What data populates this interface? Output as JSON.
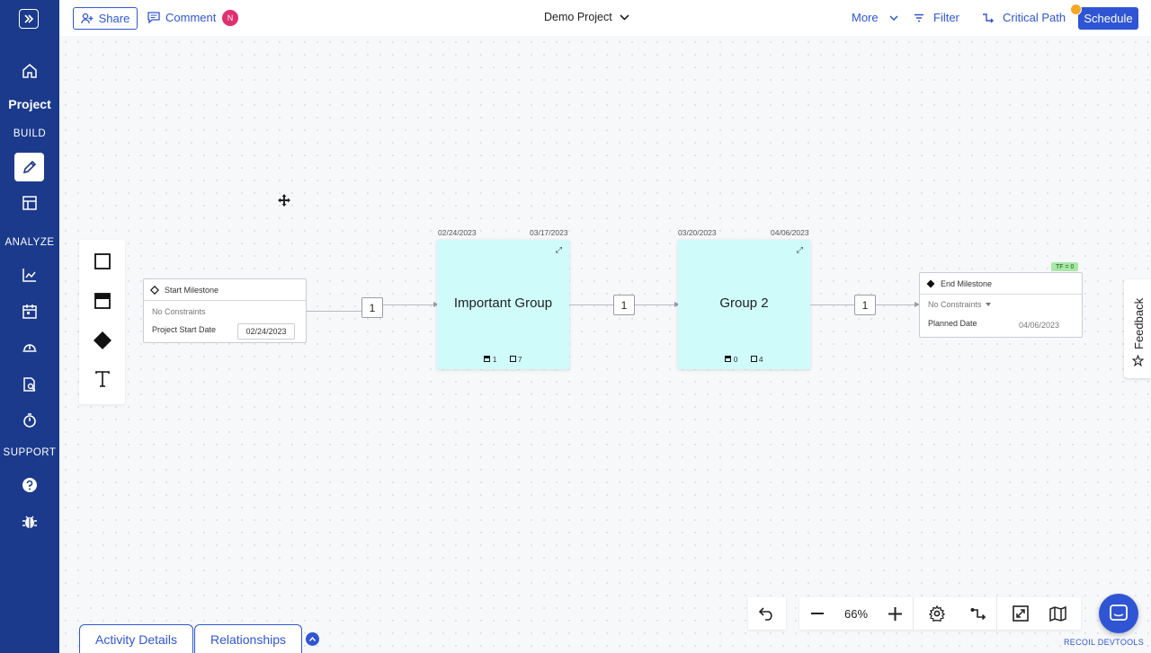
{
  "sidebar": {
    "project_label": "Project",
    "sections": {
      "build": "BUILD",
      "analyze": "ANALYZE",
      "support": "SUPPORT"
    }
  },
  "topbar": {
    "share_label": "Share",
    "comment_label": "Comment",
    "avatar_initial": "N",
    "project_name": "Demo Project",
    "more_label": "More",
    "filter_label": "Filter",
    "critical_path_label": "Critical Path",
    "schedule_label": "Schedule"
  },
  "nodes": {
    "start": {
      "title": "Start Milestone",
      "constraint": "No Constraints",
      "date_label": "Project Start Date",
      "date_value": "02/24/2023"
    },
    "group1": {
      "name": "Important Group",
      "start_date": "02/24/2023",
      "end_date": "03/17/2023",
      "count_a": "1",
      "count_b": "7"
    },
    "group2": {
      "name": "Group 2",
      "start_date": "03/20/2023",
      "end_date": "04/06/2023",
      "count_a": "0",
      "count_b": "4"
    },
    "end": {
      "title": "End Milestone",
      "constraint": "No Constraints",
      "date_label": "Planned Date",
      "date_value": "04/06/2023",
      "tf_badge": "TF = 0"
    }
  },
  "links": {
    "lag1": "1",
    "lag2": "1",
    "lag3": "1"
  },
  "feedback_label": "Feedback",
  "bottom_tabs": {
    "activity_details": "Activity Details",
    "relationships": "Relationships"
  },
  "controls": {
    "zoom": "66%"
  },
  "recoil_label": "RECOIL DEVTOOLS"
}
